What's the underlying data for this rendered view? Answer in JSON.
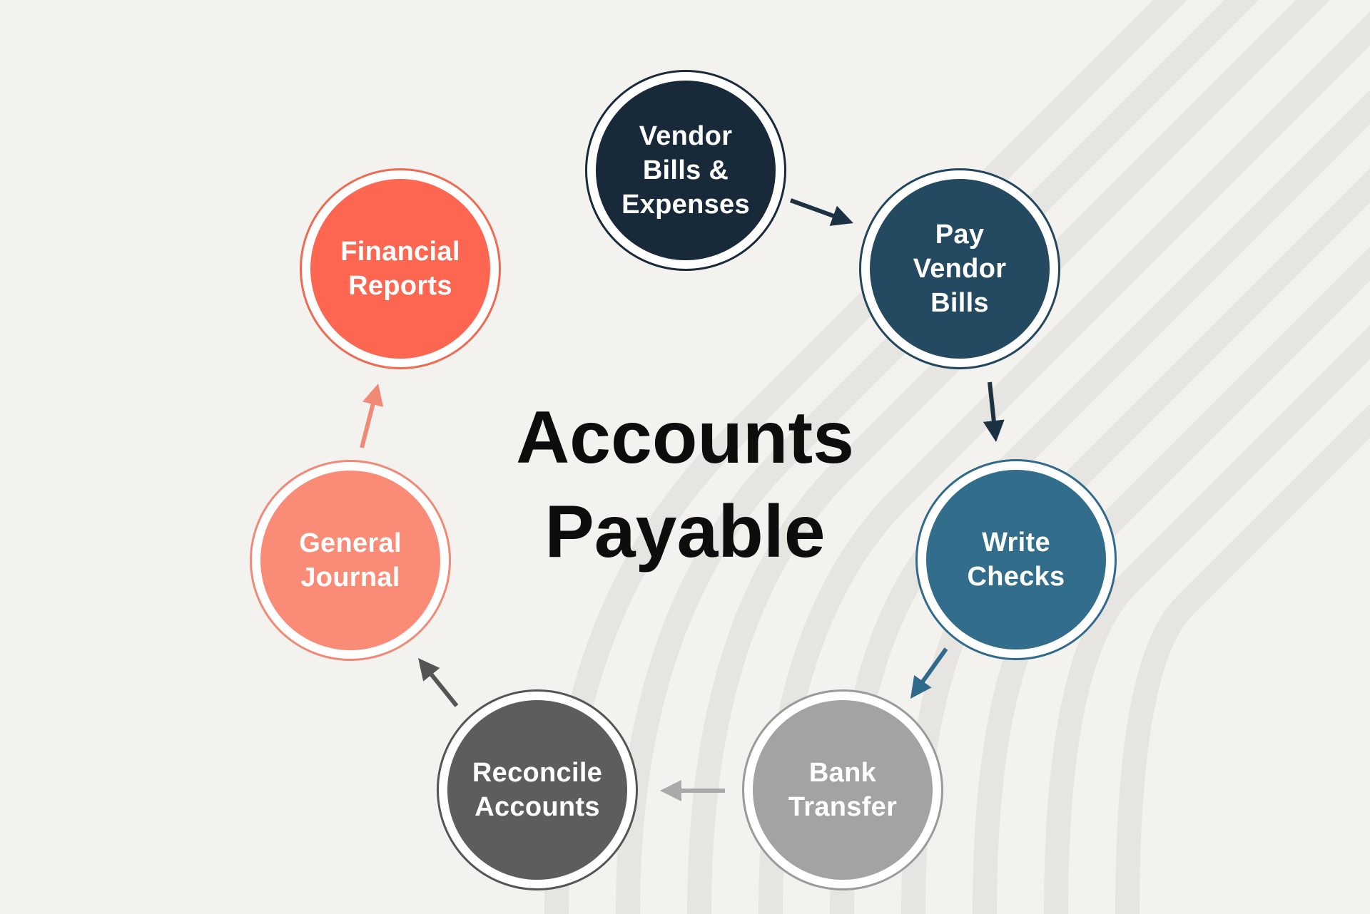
{
  "title": "Accounts\nPayable",
  "steps": [
    {
      "label": "Vendor\nBills &\nExpenses",
      "color": "#182a3a"
    },
    {
      "label": "Pay\nVendor\nBills",
      "color": "#244a62"
    },
    {
      "label": "Write\nChecks",
      "color": "#326d8c"
    },
    {
      "label": "Bank\nTransfer",
      "color": "#a3a3a3"
    },
    {
      "label": "Reconcile\nAccounts",
      "color": "#5d5d5d"
    },
    {
      "label": "General\nJournal",
      "color": "#fa8b76"
    },
    {
      "label": "Financial\nReports",
      "color": "#fd6650"
    }
  ],
  "arrow_colors": [
    "#1c3142",
    "#1c3142",
    "#2f6a8a",
    "#a9a9a9",
    "#555555",
    "#f08a77"
  ]
}
